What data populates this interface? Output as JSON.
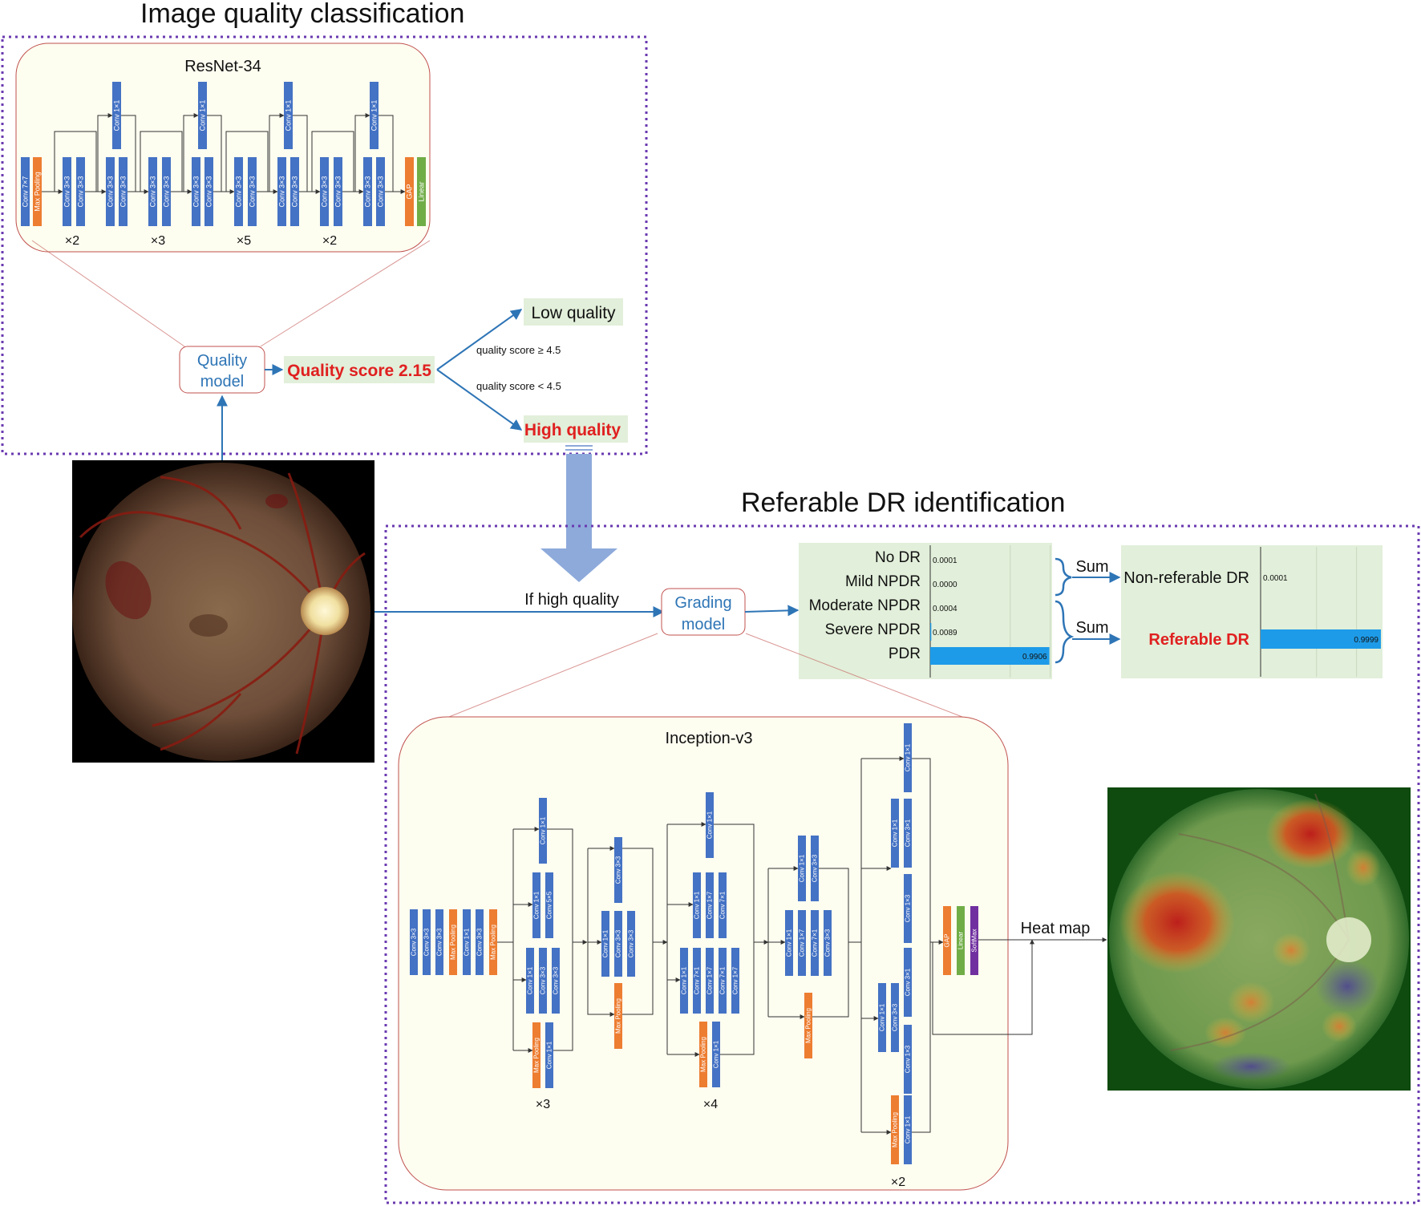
{
  "colors": {
    "conv": "#4472c4",
    "pool": "#ed7d31",
    "linear": "#70ad47",
    "softmax": "#7030a0",
    "panel": "#fdfdf0",
    "panel_border": "#c0504d",
    "dotted": "#6a3ab0",
    "arrow": "#2e75b6",
    "highlight": "#e2efda",
    "red_text": "#e02020",
    "bar": "#1e9be8",
    "big_arrow": "#8eaadb"
  },
  "quality_section": {
    "title": "Image quality classification",
    "resnet": {
      "title": "ResNet-34",
      "stem": [
        "Conv 7×7",
        "Max Pooling"
      ],
      "block_conv": "Conv 3×3",
      "shortcut": "Conv 1×1",
      "repeats": [
        "×2",
        "×3",
        "×5",
        "×2"
      ],
      "head": [
        "GAP",
        "Linear"
      ]
    },
    "model_label": [
      "Quality",
      "model"
    ],
    "score": "Quality score 2.15",
    "low_quality": "Low quality",
    "high_quality": "High quality",
    "rule_high": "quality score ≥ 4.5",
    "rule_low": "quality score < 4.5"
  },
  "dr_section": {
    "title": "Referable DR identification",
    "if_high_quality": "If high quality",
    "model_label": [
      "Grading",
      "model"
    ],
    "grades": [
      {
        "label": "No DR",
        "value": "0.0001",
        "p": 0.0001
      },
      {
        "label": "Mild NPDR",
        "value": "0.0000",
        "p": 0.0
      },
      {
        "label": "Moderate NPDR",
        "value": "0.0004",
        "p": 0.0004
      },
      {
        "label": "Severe NPDR",
        "value": "0.0089",
        "p": 0.0089
      },
      {
        "label": "PDR",
        "value": "0.9906",
        "p": 0.9906
      }
    ],
    "sum_labels": [
      "Sum",
      "Sum"
    ],
    "referral": [
      {
        "label": "Non-referable DR",
        "value": "0.0001",
        "p": 0.0001
      },
      {
        "label": "Referable DR",
        "value": "0.9999",
        "p": 0.9999
      }
    ],
    "inception": {
      "title": "Inception-v3",
      "stem": [
        "Conv 3×3",
        "Conv 3×3",
        "Conv 3×3",
        "Max Pooling",
        "Conv 1×1",
        "Conv 3×3",
        "Max Pooling"
      ],
      "repeats": [
        "×3",
        "×4",
        "×2"
      ],
      "labels": {
        "c11": "Conv 1×1",
        "c33": "Conv 3×3",
        "c55": "Conv 5×5",
        "c17": "Conv 1×7",
        "c71": "Conv 7×1",
        "c13": "Conv 1×3",
        "c31": "Conv 3×1",
        "pool": "Max Pooling"
      },
      "head": [
        "GAP",
        "Linear",
        "SoftMax"
      ]
    },
    "heat_map_label": "Heat map"
  }
}
